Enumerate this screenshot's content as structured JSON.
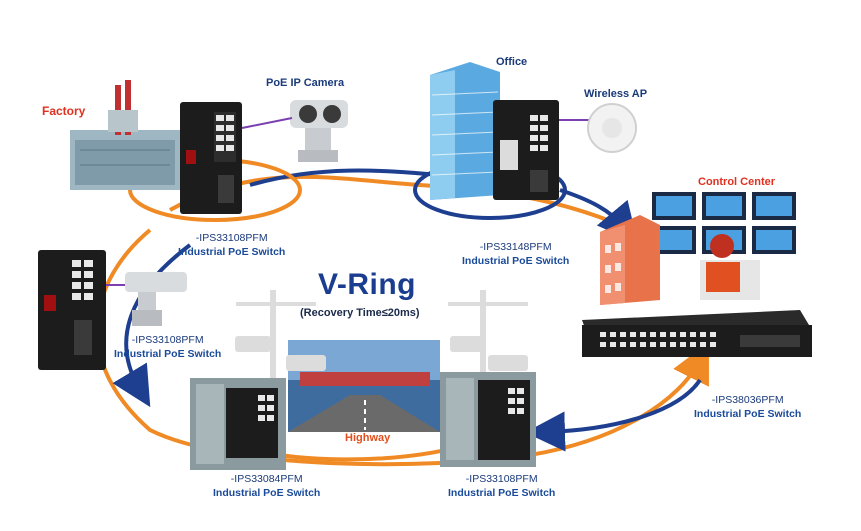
{
  "title": "V-Ring",
  "subtitle": "(Recovery Time≤20ms)",
  "colors": {
    "ring_orange": "#f08a24",
    "ring_blue": "#1e3f8f",
    "switch_body": "#1c1c1c",
    "label_blue": "#1a4a9a",
    "label_red": "#e0301e"
  },
  "sites": {
    "factory": "Factory",
    "poe_camera": "PoE IP Camera",
    "office": "Office",
    "wireless_ap": "Wireless AP",
    "control_center": "Control Center",
    "highway": "Highway"
  },
  "switches": [
    {
      "model": "-IPS33108PFM",
      "type": "Industrial PoE Switch"
    },
    {
      "model": "-IPS33148PFM",
      "type": "Industrial PoE Switch"
    },
    {
      "model": "-IPS33108PFM",
      "type": "Industrial PoE Switch"
    },
    {
      "model": "-IPS38036PFM",
      "type": "Industrial PoE Switch"
    },
    {
      "model": "-IPS33084PFM",
      "type": "Industrial PoE Switch"
    },
    {
      "model": "-IPS33108PFM",
      "type": "Industrial PoE Switch"
    }
  ]
}
